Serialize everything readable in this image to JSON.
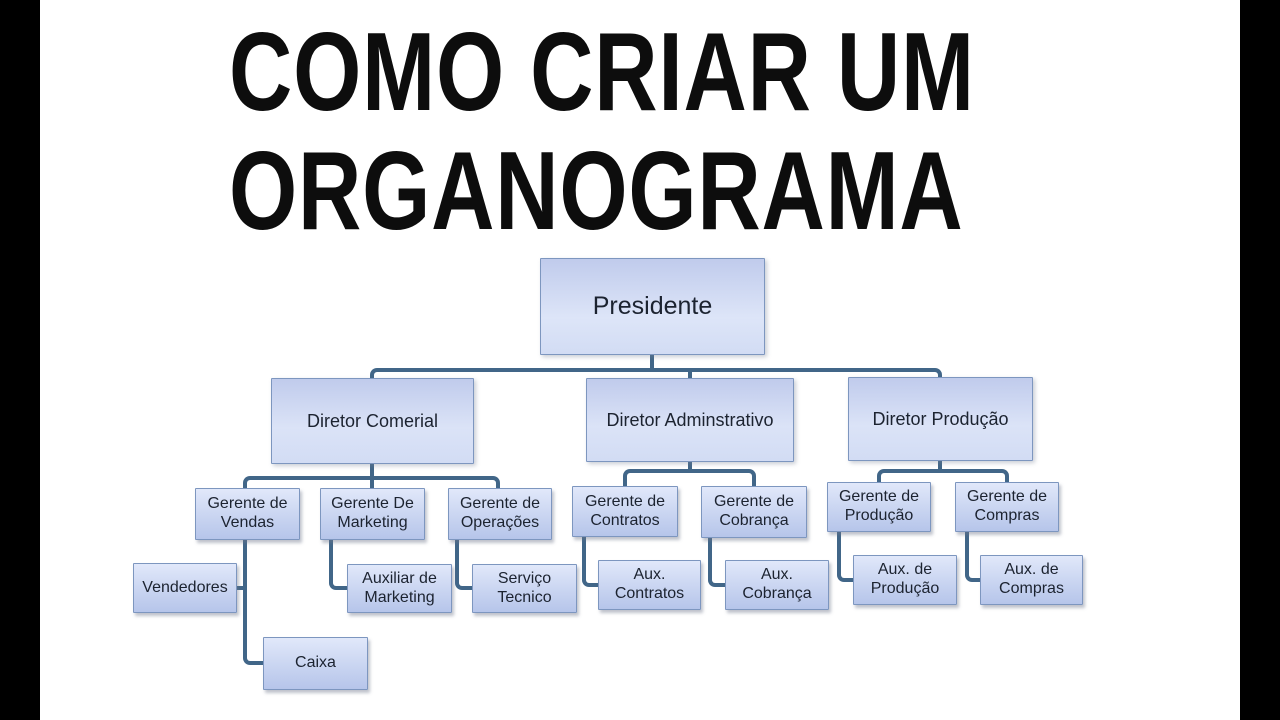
{
  "title": {
    "line1": "COMO CRIAR UM",
    "line2": "ORGANOGRAMA"
  },
  "org_chart": {
    "nodes": {
      "presidente": "Presidente",
      "diretor_comerial": "Diretor Comerial",
      "diretor_adminstrativo": "Diretor Adminstrativo",
      "diretor_producao": "Diretor Produção",
      "gerente_vendas": "Gerente de Vendas",
      "gerente_marketing": "Gerente De Marketing",
      "gerente_operacoes": "Gerente de Operações",
      "gerente_contratos": "Gerente de Contratos",
      "gerente_cobranca": "Gerente de Cobrança",
      "gerente_producao": "Gerente de Produção",
      "gerente_compras": "Gerente de Compras",
      "vendedores": "Vendedores",
      "auxiliar_marketing": "Auxiliar de Marketing",
      "servico_tecnico": "Serviço Tecnico",
      "aux_contratos": "Aux. Contratos",
      "aux_cobranca": "Aux. Cobrança",
      "aux_producao": "Aux. de Produção",
      "aux_compras": "Aux. de Compras",
      "caixa": "Caixa"
    },
    "hierarchy": [
      {
        "parent": "Presidente",
        "children": [
          "Diretor Comerial",
          "Diretor Adminstrativo",
          "Diretor Produção"
        ]
      },
      {
        "parent": "Diretor Comerial",
        "children": [
          "Gerente de Vendas",
          "Gerente De Marketing",
          "Gerente de Operações"
        ]
      },
      {
        "parent": "Diretor Adminstrativo",
        "children": [
          "Gerente de Contratos",
          "Gerente de Cobrança"
        ]
      },
      {
        "parent": "Diretor Produção",
        "children": [
          "Gerente de Produção",
          "Gerente de Compras"
        ]
      },
      {
        "parent": "Gerente de Vendas",
        "children": [
          "Vendedores",
          "Caixa"
        ]
      },
      {
        "parent": "Gerente De Marketing",
        "children": [
          "Auxiliar de Marketing"
        ]
      },
      {
        "parent": "Gerente de Operações",
        "children": [
          "Serviço Tecnico"
        ]
      },
      {
        "parent": "Gerente de Contratos",
        "children": [
          "Aux. Contratos"
        ]
      },
      {
        "parent": "Gerente de Cobrança",
        "children": [
          "Aux. Cobrança"
        ]
      },
      {
        "parent": "Gerente de Produção",
        "children": [
          "Aux. de Produção"
        ]
      },
      {
        "parent": "Gerente de Compras",
        "children": [
          "Aux. de Compras"
        ]
      }
    ]
  },
  "colors": {
    "background": "#ffffff",
    "bar": "#000000",
    "title_text": "#0d0d0d",
    "connector": "#416688",
    "node_border": "#7d96bf",
    "node_fill_top": "#e1e8fa",
    "node_fill_bottom": "#b6c5ea",
    "large_fill_top": "#c0cbec",
    "large_fill_bottom": "#d2dcf4"
  }
}
